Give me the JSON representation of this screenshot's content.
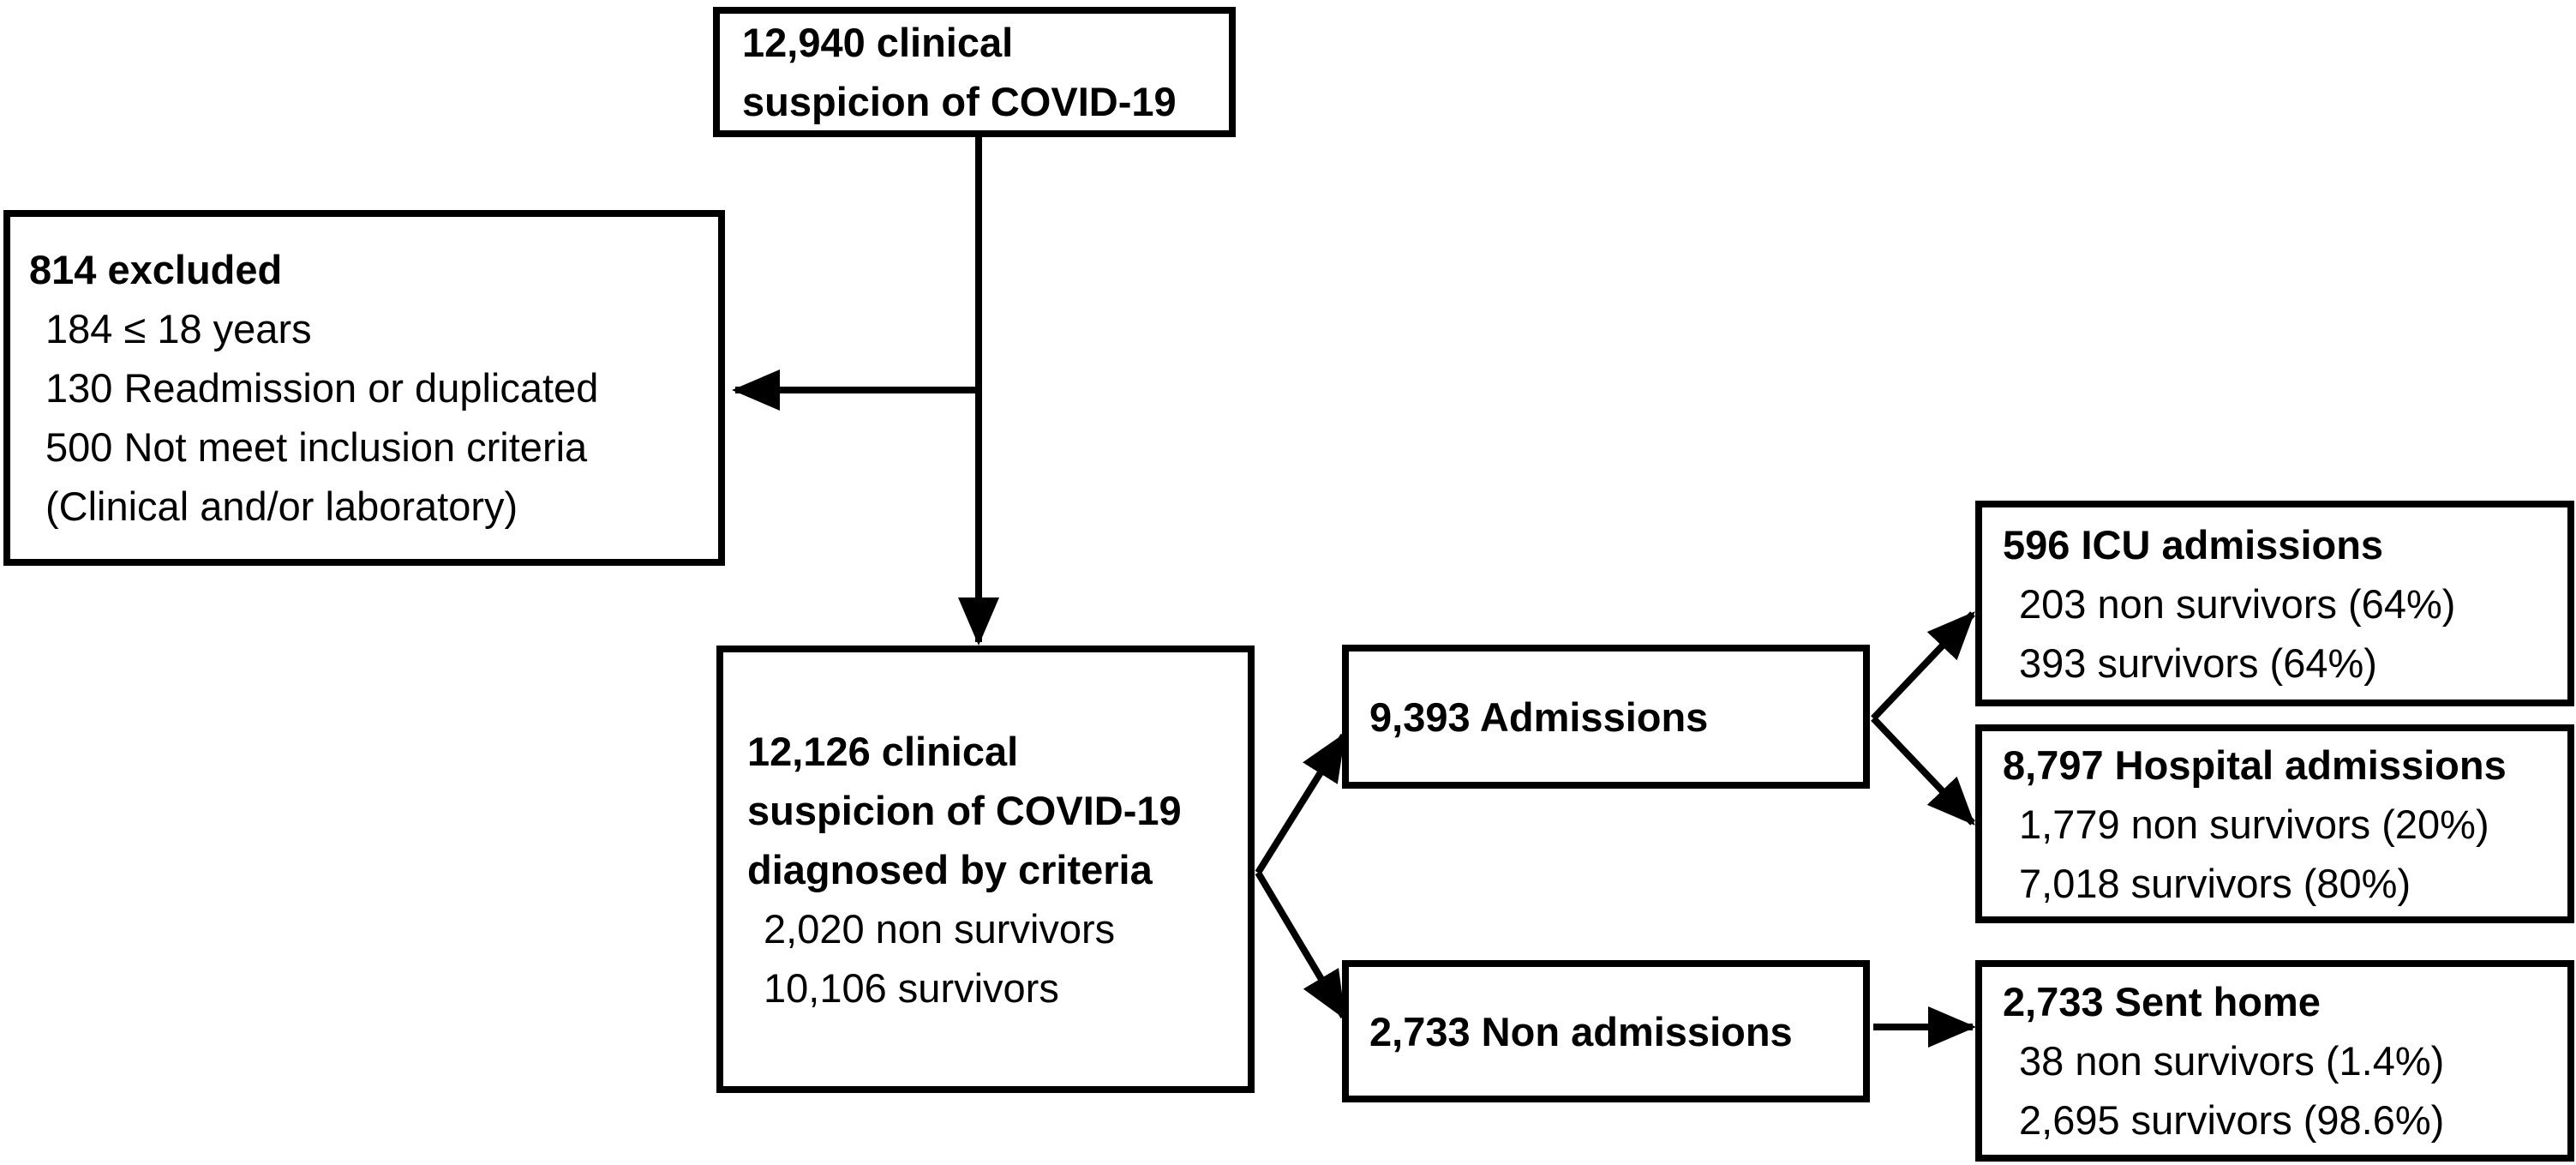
{
  "figure": {
    "background": "#ffffff",
    "line_color": "#000000"
  },
  "nodes": {
    "initial": {
      "title_lines": [
        "12,940 clinical",
        "suspicion of COVID-19"
      ]
    },
    "excluded": {
      "title": "814 excluded",
      "items": [
        "184 ≤ 18 years",
        "130 Readmission or duplicated",
        "500 Not meet inclusion criteria",
        "(Clinical and/or laboratory)"
      ]
    },
    "diagnosed": {
      "title_lines": [
        "12,126 clinical",
        "suspicion of COVID-19",
        "diagnosed by criteria"
      ],
      "items": [
        "2,020 non survivors",
        "10,106 survivors"
      ]
    },
    "admissions": {
      "title": "9,393 Admissions"
    },
    "icu": {
      "title": "596 ICU admissions",
      "items": [
        "203 non survivors (64%)",
        "393 survivors (64%)"
      ]
    },
    "hospital": {
      "title": "8,797 Hospital admissions",
      "items": [
        "1,779 non survivors (20%)",
        "7,018 survivors (80%)"
      ]
    },
    "non_admissions": {
      "title": "2,733 Non admissions"
    },
    "sent_home": {
      "title": "2,733 Sent home",
      "items": [
        "38 non survivors (1.4%)",
        "2,695 survivors (98.6%)"
      ]
    }
  }
}
